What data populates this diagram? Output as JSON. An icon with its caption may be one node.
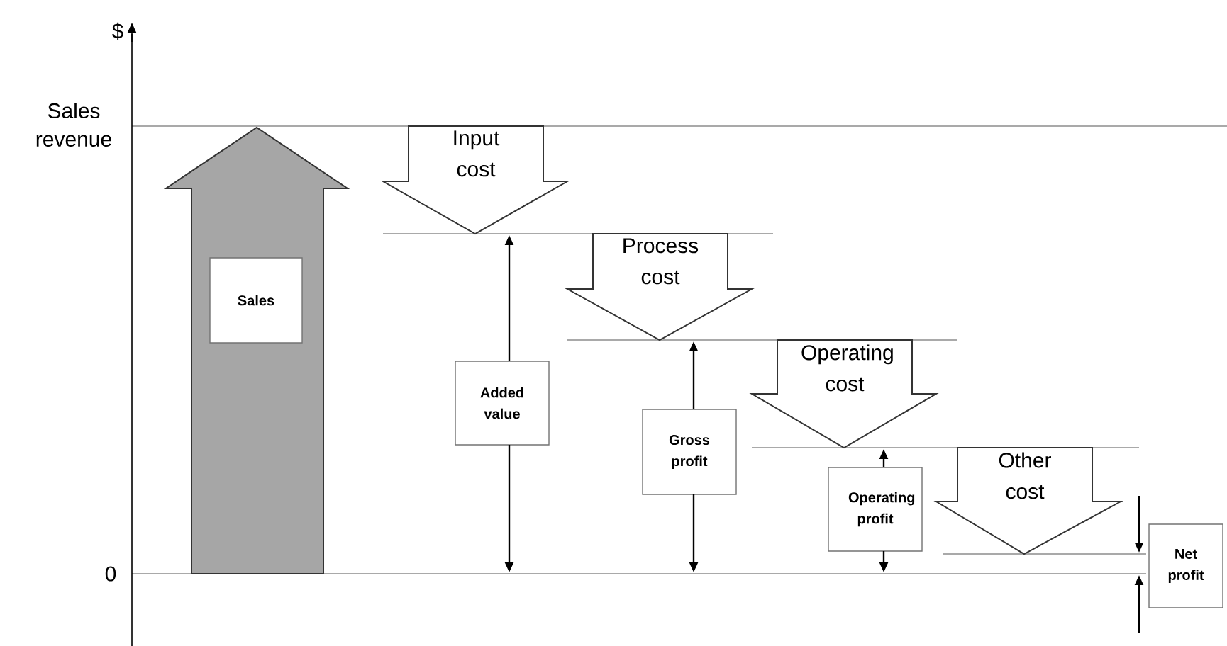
{
  "diagram": {
    "nodes": [
      {
        "text": [],
        "shape": "arrow"
      },
      {
        "text": [
          "Sales"
        ],
        "in": 0
      },
      {
        "text": [
          "Input cost"
        ]
      },
      {
        "text": [
          "Process cost"
        ]
      },
      {
        "text": [
          "Operating cost"
        ]
      },
      {
        "text": [
          "Other cost"
        ]
      },
      {
        "text": [
          "Added value"
        ]
      },
      {
        "text": [
          "Gross profit"
        ]
      },
      {
        "text": [
          "Operating profit"
        ]
      },
      {
        "text": [
          "Net profit"
        ]
      }
    ],
    "labels": [
      "$",
      "Sales revenue",
      "0"
    ]
  }
}
